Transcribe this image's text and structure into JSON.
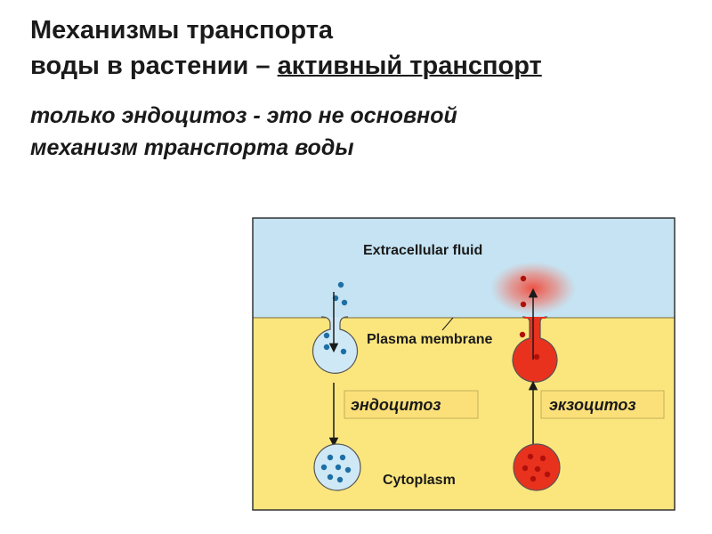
{
  "heading": {
    "line1": "Механизмы транспорта",
    "line2_prefix": "воды в растении – ",
    "line2_emphasis": "активный транспорт"
  },
  "note": {
    "line1": "только эндоцитоз  - это не основной",
    "line2": "механизм транспорта воды"
  },
  "diagram": {
    "extracellular_label": "Extracellular fluid",
    "membrane_label": "Plasma membrane",
    "cytoplasm_label": "Cytoplasm",
    "endocytosis_label": "эндоцитоз",
    "exocytosis_label": "экзоцитоз",
    "colors": {
      "extracellular": "#c5e3f2",
      "cytoplasm": "#fbe67e",
      "endo_vesicle": "#cfe8f5",
      "endo_dots": "#1d6fa5",
      "exo_vesicle": "#e8321e",
      "exo_dots": "#b0100a",
      "label_box": "#fbe07a"
    }
  }
}
